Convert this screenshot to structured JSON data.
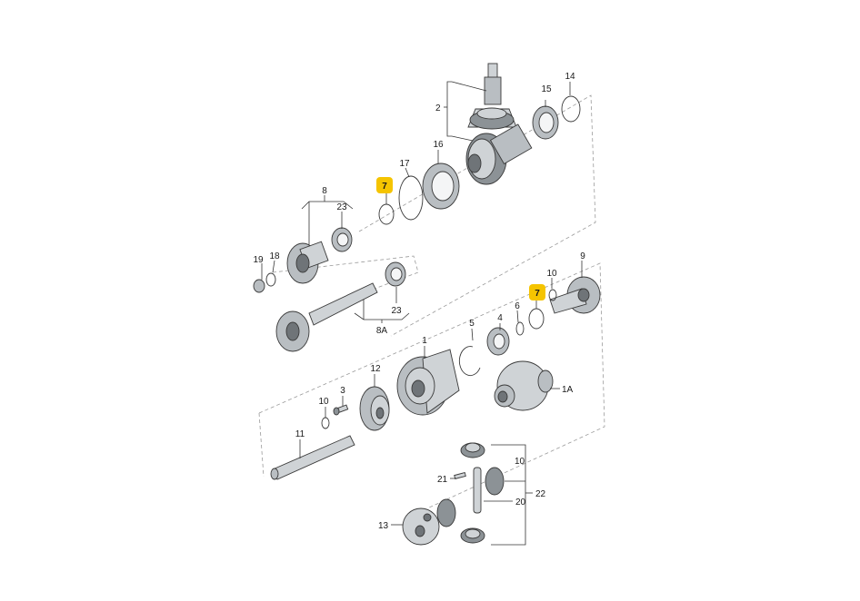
{
  "diagram": {
    "highlight_color": "#f5c400",
    "labels": [
      {
        "id": "p1",
        "text": "1"
      },
      {
        "id": "p1A",
        "text": "1A"
      },
      {
        "id": "p2",
        "text": "2"
      },
      {
        "id": "p3",
        "text": "3"
      },
      {
        "id": "p4",
        "text": "4"
      },
      {
        "id": "p5",
        "text": "5"
      },
      {
        "id": "p6",
        "text": "6"
      },
      {
        "id": "p7a",
        "text": "7",
        "highlighted": true
      },
      {
        "id": "p7b",
        "text": "7",
        "highlighted": true
      },
      {
        "id": "p8",
        "text": "8"
      },
      {
        "id": "p8A",
        "text": "8A"
      },
      {
        "id": "p9",
        "text": "9"
      },
      {
        "id": "p10a",
        "text": "10"
      },
      {
        "id": "p10b",
        "text": "10"
      },
      {
        "id": "p10c",
        "text": "10"
      },
      {
        "id": "p11",
        "text": "11"
      },
      {
        "id": "p12",
        "text": "12"
      },
      {
        "id": "p13",
        "text": "13"
      },
      {
        "id": "p14",
        "text": "14"
      },
      {
        "id": "p15",
        "text": "15"
      },
      {
        "id": "p16",
        "text": "16"
      },
      {
        "id": "p17",
        "text": "17"
      },
      {
        "id": "p18",
        "text": "18"
      },
      {
        "id": "p19",
        "text": "19"
      },
      {
        "id": "p20",
        "text": "20"
      },
      {
        "id": "p21",
        "text": "21"
      },
      {
        "id": "p22",
        "text": "22"
      },
      {
        "id": "p23a",
        "text": "23"
      },
      {
        "id": "p23b",
        "text": "23"
      }
    ]
  }
}
